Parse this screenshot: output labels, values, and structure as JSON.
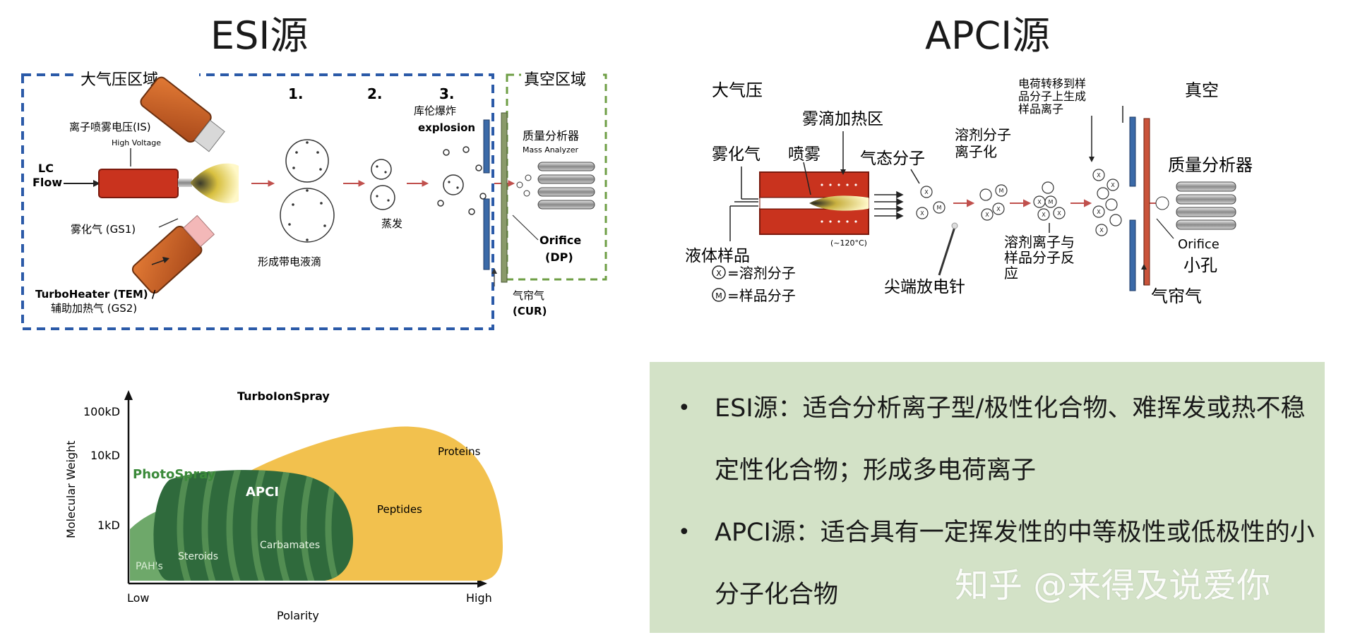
{
  "titles": {
    "esi": "ESI源",
    "apci": "APCI源"
  },
  "esi_diagram": {
    "atmospheric_region": "大气压区域",
    "vacuum_region": "真空区域",
    "step1": "1.",
    "step2": "2.",
    "step3": "3.",
    "coulomb_explosion": "库伦爆炸",
    "explosion": "explosion",
    "ion_spray_voltage": "离子喷雾电压(IS)",
    "high_voltage": "High Voltage",
    "lc_flow_line1": "LC",
    "lc_flow_line2": "Flow",
    "nebulizer_gas": "雾化气 (GS1)",
    "turboheater_line1": "TurboHeater (TEM) /",
    "turboheater_line2": "辅助加热气 (GS2)",
    "charged_droplets": "形成带电液滴",
    "evaporation": "蒸发",
    "mass_analyzer_cn": "质量分析器",
    "mass_analyzer_en": "Mass Analyzer",
    "orifice": "Orifice",
    "dp": "(DP)",
    "curtain_gas": "气帘气",
    "cur": "(CUR)"
  },
  "apci_diagram": {
    "atmospheric": "大气压",
    "vacuum": "真空",
    "heating_zone": "雾滴加热区",
    "nebulizer_gas": "雾化气",
    "spray": "喷雾",
    "gas_molecules": "气态分子",
    "solvent_ionization_line1": "溶剂分子",
    "solvent_ionization_line2": "离子化",
    "charge_transfer_line1": "电荷转移到样",
    "charge_transfer_line2": "品分子上生成",
    "charge_transfer_line3": "样品离子",
    "mass_analyzer": "质量分析器",
    "temperature": "(~120°C)",
    "liquid_sample": "液体样品",
    "solvent_reaction_line1": "溶剂离子与",
    "solvent_reaction_line2": "样品分子反",
    "solvent_reaction_line3": "应",
    "orifice": "Orifice",
    "small_hole": "小孔",
    "solvent_legend": "=溶剂分子",
    "sample_legend": "=样品分子",
    "needle": "尖端放电针",
    "curtain_gas": "气帘气",
    "x_symbol": "X",
    "m_symbol": "M"
  },
  "coverage_chart": {
    "ylabel": "Molecular Weight",
    "xlabel": "Polarity",
    "y_ticks": [
      "100kD",
      "10kD",
      "1kD"
    ],
    "x_low": "Low",
    "x_high": "High",
    "turboionspray": "TurboIonSpray",
    "photospray": "PhotoSpray",
    "apci": "APCI",
    "proteins": "Proteins",
    "peptides": "Peptides",
    "pahs": "PAH's",
    "steroids": "Steroids",
    "carbamates": "Carbamates",
    "colors": {
      "turboionspray": "#f2c14e",
      "photospray": "#6ea86a",
      "apci": "#2f6a3c"
    }
  },
  "summary": {
    "bullet_symbol": "•",
    "esi_text": "ESI源：适合分析离子型/极性化合物、难挥发或热不稳定性化合物；形成多电荷离子",
    "apci_text": "APCI源：适合具有一定挥发性的中等极性或低极性的小分子化合物",
    "background": "#d3e2c7"
  },
  "watermark": "知乎 @来得及说爱你"
}
